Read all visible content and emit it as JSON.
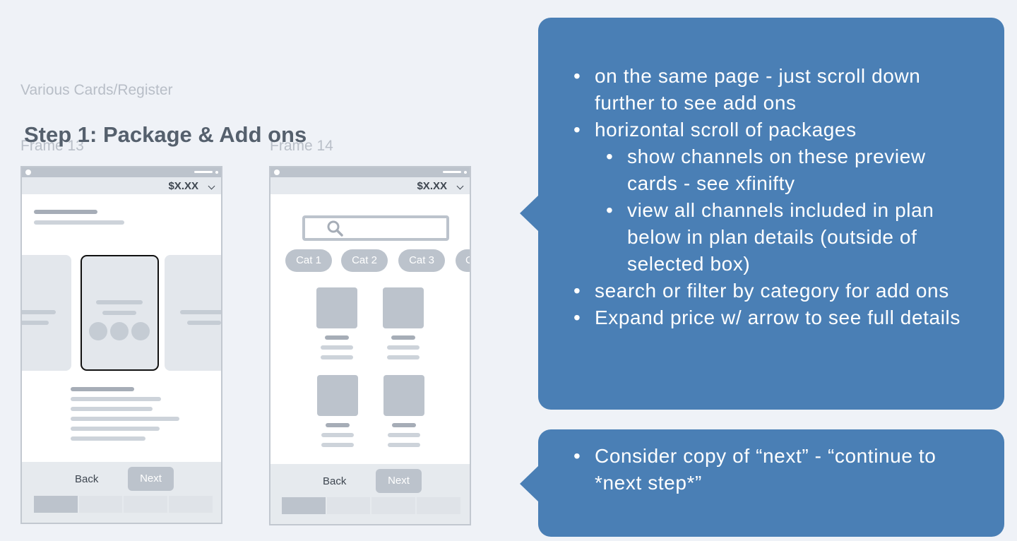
{
  "canvas": {
    "section_label": "Various Cards/Register",
    "title": "Step 1: Package & Add ons"
  },
  "frame13": {
    "label": "Frame 13",
    "price": "$X.XX",
    "back_label": "Back",
    "next_label": "Next"
  },
  "frame14": {
    "label": "Frame 14",
    "price": "$X.XX",
    "categories": [
      "Cat 1",
      "Cat 2",
      "Cat 3",
      "C"
    ],
    "back_label": "Back",
    "next_label": "Next"
  },
  "notes": {
    "items": [
      "on the same page - just scroll down further to see add ons",
      "horizontal scroll of packages",
      "show channels on these preview cards - see xfinifty",
      "view all channels included in plan below in plan details (outside of selected box)",
      "search or filter by category for add ons",
      "Expand price w/ arrow to see full details"
    ],
    "copy_note": "Consider copy of “next” - “continue to *next step*”"
  },
  "colors": {
    "background": "#eff2f7",
    "bubble": "#4a7fb5",
    "wire_gray": "#bcc3cc"
  }
}
